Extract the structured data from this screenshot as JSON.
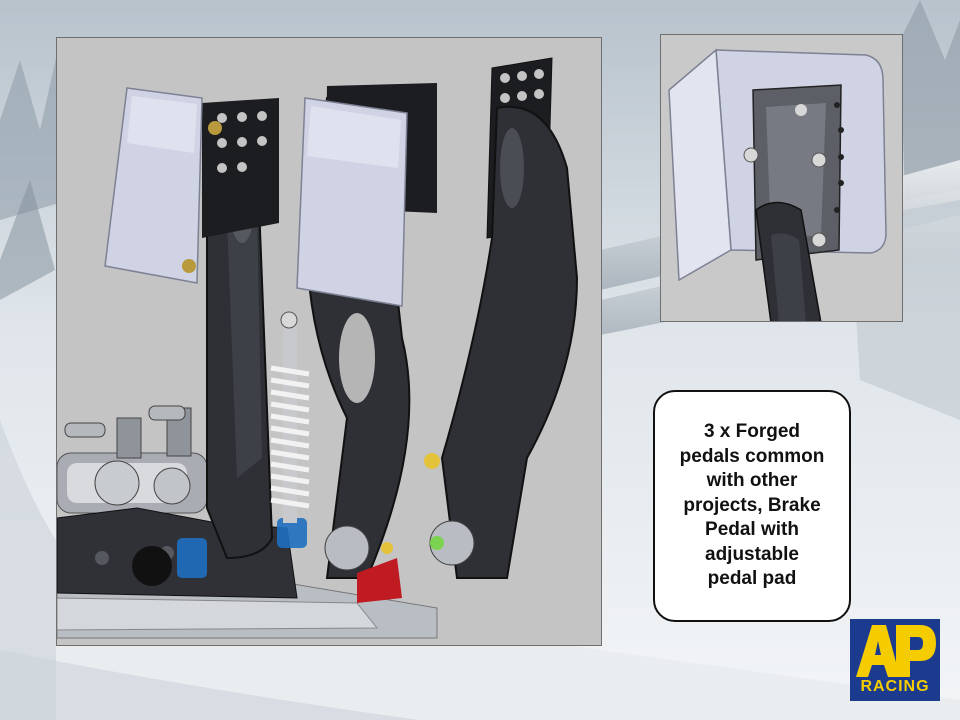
{
  "callout": {
    "text": "3 x Forged\npedals common\nwith other\nprojects, Brake\nPedal with\nadjustable\npedal pad"
  },
  "logo": {
    "letters": "AP",
    "word": "RACING",
    "colors": {
      "background": "#1c3b8f",
      "letters": "#f4cc00"
    }
  },
  "illustration": {
    "main_view": "three-pedal-box-cad-render",
    "detail_view": "brake-pedal-adjustable-pad-detail",
    "colors": {
      "pedal": "#2e3036",
      "pad": "#cfd3e4",
      "canvas": "#c4c4c4"
    }
  }
}
